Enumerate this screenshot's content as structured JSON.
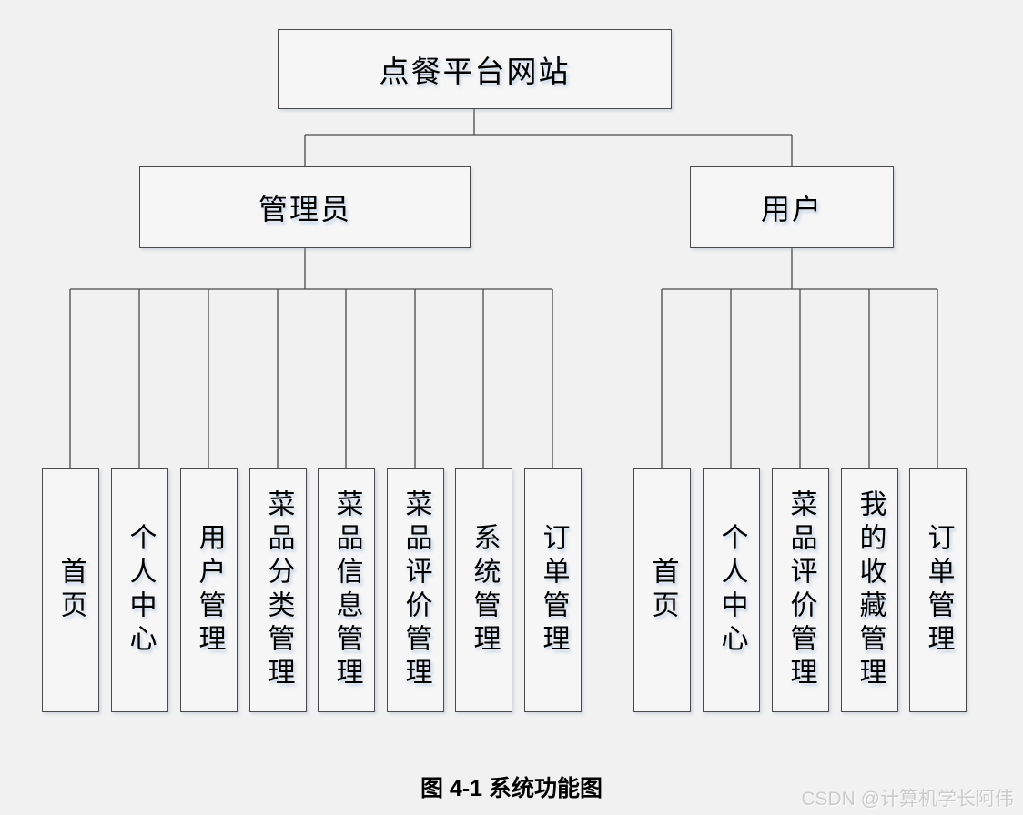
{
  "colors": {
    "background": "#f1f1f2",
    "box_fill": "#f6f6f7",
    "box_border": "#4a4a4a",
    "connector_line": "#4a4a4a",
    "text": "#000000",
    "watermark_text": "#cbcbcb"
  },
  "diagram": {
    "root": {
      "label": "点餐平台网站"
    },
    "branches": [
      {
        "label": "管理员",
        "children": [
          "首页",
          "个人中心",
          "用户管理",
          "菜品分类管理",
          "菜品信息管理",
          "菜品评价管理",
          "系统管理",
          "订单管理"
        ]
      },
      {
        "label": "用户",
        "children": [
          "首页",
          "个人中心",
          "菜品评价管理",
          "我的收藏管理",
          "订单管理"
        ]
      }
    ]
  },
  "caption": "图 4-1 系统功能图",
  "watermark": "CSDN @计算机学长阿伟"
}
